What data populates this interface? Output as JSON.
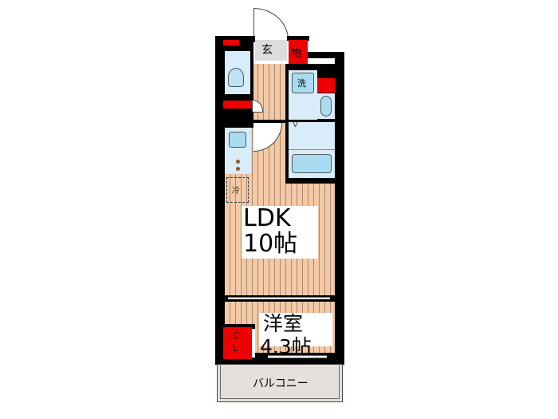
{
  "floorplan": {
    "rooms": {
      "ldk": {
        "name": "LDK",
        "size": "10帖"
      },
      "western": {
        "name": "洋室",
        "size": "4.3帖"
      },
      "balcony": {
        "name": "バルコニー"
      },
      "entrance": {
        "name": "玄"
      },
      "storage": {
        "name": "物"
      },
      "washer": {
        "name": "洗"
      },
      "refrigerator": {
        "name": "冷"
      },
      "closet": {
        "line1": "C",
        "line2": "L"
      }
    },
    "colors": {
      "wall": "#000000",
      "storage_red": "#ee0000",
      "floor_wood": "#f3c9a6",
      "wet_area": "#d8ecfa",
      "fixture": "#a8dcf0",
      "balcony": "#e6e0dc"
    }
  }
}
